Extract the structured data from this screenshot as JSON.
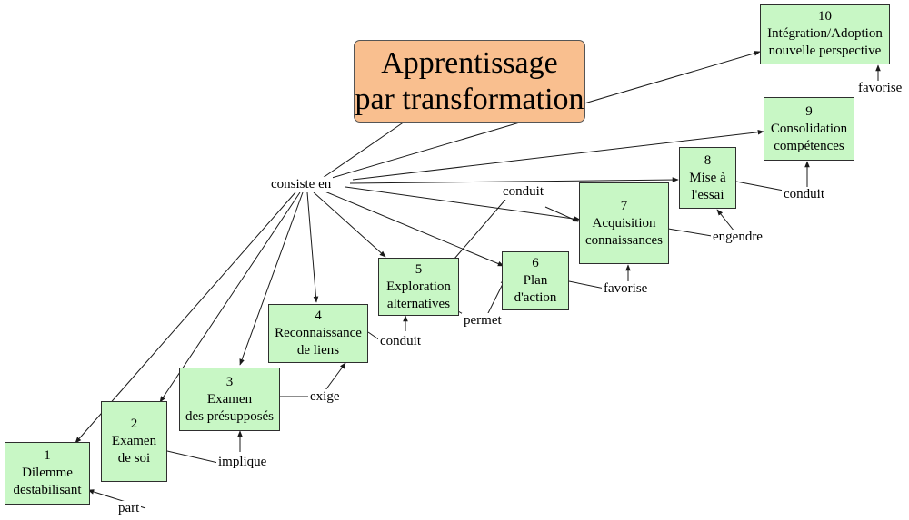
{
  "title": {
    "line1": "Apprentissage",
    "line2": "par transformation"
  },
  "hub_label": "consiste en",
  "steps": [
    {
      "num": "1",
      "lines": [
        "Dilemme",
        "destabilisant"
      ]
    },
    {
      "num": "2",
      "lines": [
        "Examen",
        "de soi"
      ]
    },
    {
      "num": "3",
      "lines": [
        "Examen",
        "des présupposés"
      ]
    },
    {
      "num": "4",
      "lines": [
        "Reconnaissance",
        "de liens"
      ]
    },
    {
      "num": "5",
      "lines": [
        "Exploration",
        "alternatives"
      ]
    },
    {
      "num": "6",
      "lines": [
        "Plan",
        "d'action"
      ]
    },
    {
      "num": "7",
      "lines": [
        "Acquisition",
        "connaissances"
      ]
    },
    {
      "num": "8",
      "lines": [
        "Mise à",
        "l'essai"
      ]
    },
    {
      "num": "9",
      "lines": [
        "Consolidation",
        "compétences"
      ]
    },
    {
      "num": "10",
      "lines": [
        "Intégration/Adoption",
        "nouvelle perspective"
      ]
    }
  ],
  "relations": {
    "part": "part",
    "implique": "implique",
    "exige": "exige",
    "conduit_4": "conduit",
    "permet": "permet",
    "conduit_5": "conduit",
    "favorise_6": "favorise",
    "engendre": "engendre",
    "conduit_8": "conduit",
    "favorise_9": "favorise"
  },
  "colors": {
    "step_fill": "#c8f7c5",
    "title_fill": "#f9bf8f",
    "line": "#1a1a1a"
  }
}
